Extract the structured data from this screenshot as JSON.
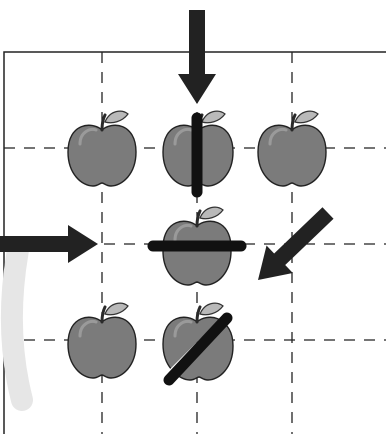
{
  "diagram": {
    "grid": {
      "rows": 3,
      "cols": 3
    },
    "apples": [
      {
        "row": 0,
        "col": 0,
        "cut": "none"
      },
      {
        "row": 0,
        "col": 1,
        "cut": "vertical"
      },
      {
        "row": 0,
        "col": 2,
        "cut": "none"
      },
      {
        "row": 1,
        "col": 1,
        "cut": "horizontal"
      },
      {
        "row": 2,
        "col": 0,
        "cut": "none"
      },
      {
        "row": 2,
        "col": 1,
        "cut": "diagonal"
      }
    ],
    "arrows": [
      {
        "direction": "down"
      },
      {
        "direction": "right"
      },
      {
        "direction": "down-left"
      }
    ],
    "colors": {
      "apple": "#7b7b7b",
      "apple_shade": "#5f5f5f",
      "leaf": "#b9b9b9",
      "stem": "#2a2a2a",
      "cut": "#111111",
      "arrow": "#222222",
      "grid_line": "#222222",
      "frame": "#222222"
    },
    "icons": [
      "apple-icon",
      "knife-cut-icon",
      "arrow-icon"
    ]
  }
}
